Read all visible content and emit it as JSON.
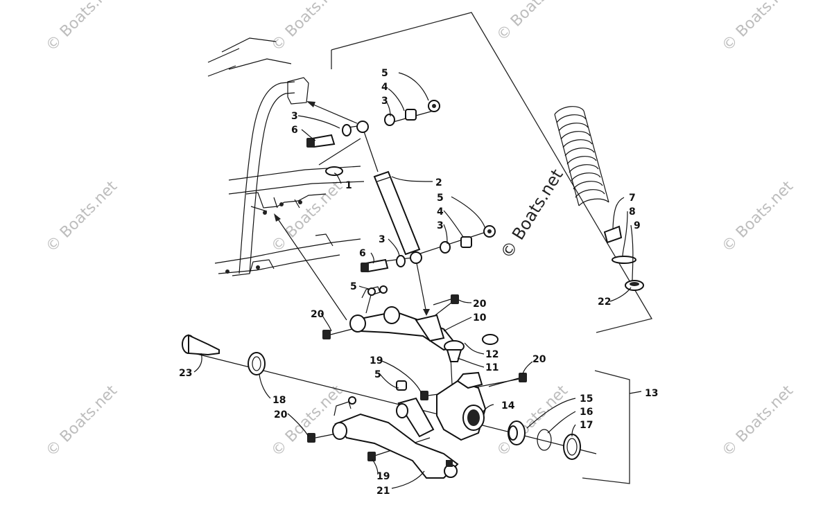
{
  "watermark": {
    "text": "© Boats.net"
  },
  "callouts": {
    "c1": "1",
    "c2": "2",
    "c3a": "3",
    "c3b": "3",
    "c3c": "3",
    "c3d": "3",
    "c4a": "4",
    "c4b": "4",
    "c5a": "5",
    "c5b": "5",
    "c5c": "5",
    "c5d": "5",
    "c6a": "6",
    "c6b": "6",
    "c7": "7",
    "c8": "8",
    "c9": "9",
    "c10": "10",
    "c11": "11",
    "c12": "12",
    "c13": "13",
    "c14": "14",
    "c15": "15",
    "c16": "16",
    "c17": "17",
    "c18": "18",
    "c19a": "19",
    "c19b": "19",
    "c20a": "20",
    "c20b": "20",
    "c20c": "20",
    "c20d": "20",
    "c21": "21",
    "c22": "22",
    "c23": "23"
  }
}
